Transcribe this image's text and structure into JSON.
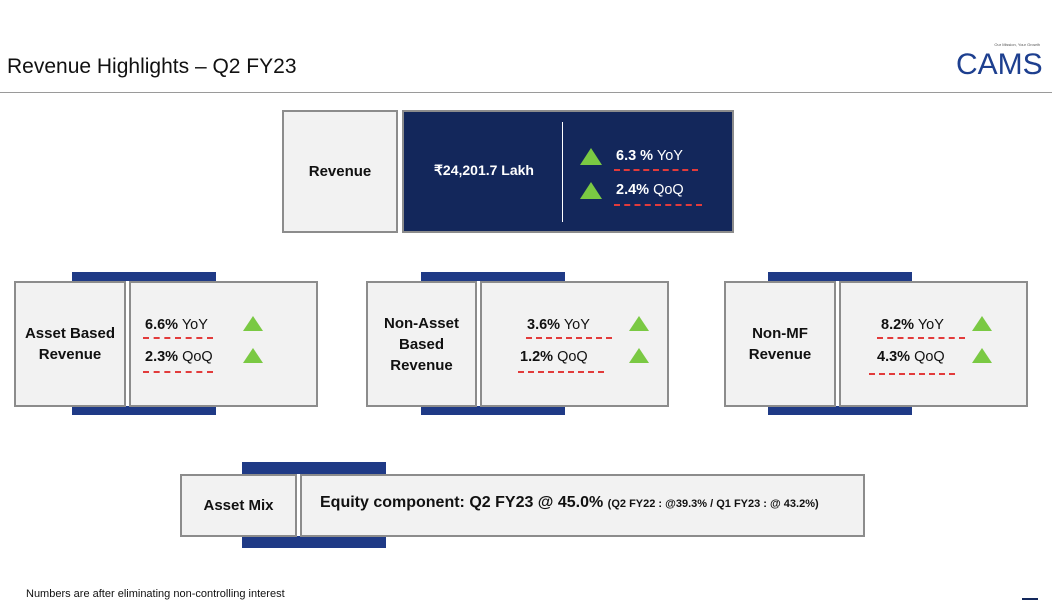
{
  "header": {
    "title": "Revenue Highlights – Q2 FY23",
    "logo_tagline": "Our Mission, Your Growth",
    "logo_text": "CAMS"
  },
  "revenue": {
    "label": "Revenue",
    "amount": "₹24,201.7 Lakh",
    "yoy_value": "6.3 %",
    "yoy_unit": "YoY",
    "qoq_value": "2.4%",
    "qoq_unit": "QoQ"
  },
  "asset_based": {
    "label": "Asset Based Revenue",
    "yoy_value": "6.6%",
    "yoy_unit": "YoY",
    "qoq_value": "2.3%",
    "qoq_unit": "QoQ"
  },
  "non_asset_based": {
    "label": "Non-Asset Based Revenue",
    "yoy_value": "3.6%",
    "yoy_unit": "YoY",
    "qoq_value": "1.2%",
    "qoq_unit": "QoQ"
  },
  "non_mf": {
    "label": "Non-MF Revenue",
    "yoy_value": "8.2%",
    "yoy_unit": "YoY",
    "qoq_value": "4.3%",
    "qoq_unit": "QoQ"
  },
  "asset_mix": {
    "label": "Asset Mix",
    "main_text": "Equity component: Q2 FY23 @ 45.0%",
    "sub_text": "(Q2 FY22 : @39.3% / Q1 FY23 : @ 43.2%)"
  },
  "footnote": "Numbers are after eliminating non-controlling interest",
  "colors": {
    "navy": "#13275b",
    "accent_blue": "#1f3a86",
    "up_arrow": "#7ac943",
    "dash_red": "#e23b3b"
  }
}
